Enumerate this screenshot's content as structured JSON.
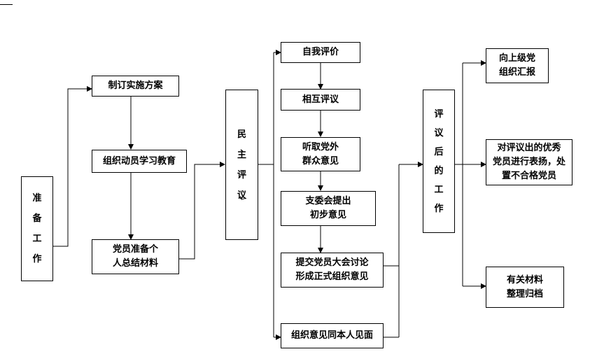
{
  "nodes": {
    "prep": "准\n备\n工\n作",
    "plan": "制订实施方案",
    "mobilize": "组织动员学习教育",
    "summary": "党员准备个\n人总结材料",
    "democratic": "民\n主\n评\n议",
    "self_eval": "自我评价",
    "mutual_eval": "相互评议",
    "listen": "听取党外\n群众意见",
    "branch": "支委会提出\n初步意见",
    "submit": "提交党员大会讨论\n形成正式组织意见",
    "meet": "组织意见同本人见面",
    "after": "评\n议\n后\n的\n工\n作",
    "report": "向上级党\n组织汇报",
    "commend": "对评议出的优秀\n党员进行表扬，处\n置不合格党员",
    "archive": "有关材料\n整理归档"
  },
  "mark": "↵",
  "colors": {
    "line": "#000000",
    "box_border": "#000000",
    "background": "#ffffff"
  }
}
